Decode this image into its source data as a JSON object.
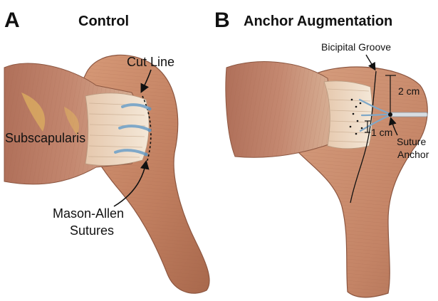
{
  "panel_a": {
    "letter": "A",
    "title": "Control",
    "labels": {
      "cut_line": "Cut Line",
      "subscapularis": "Subscapularis",
      "sutures_line1": "Mason-Allen",
      "sutures_line2": "Sutures"
    }
  },
  "panel_b": {
    "letter": "B",
    "title": "Anchor Augmentation",
    "labels": {
      "bicipital_groove": "Bicipital Groove",
      "two_cm": "2 cm",
      "one_cm": "1 cm",
      "anchor_line1": "Suture",
      "anchor_line2": "Anchor"
    }
  },
  "colors": {
    "bone": "#c98a6a",
    "bone_dark": "#a8684c",
    "muscle": "#b9735a",
    "muscle_light": "#d7a58a",
    "tendon": "#efe0cc",
    "suture": "#7fa8c8"
  }
}
